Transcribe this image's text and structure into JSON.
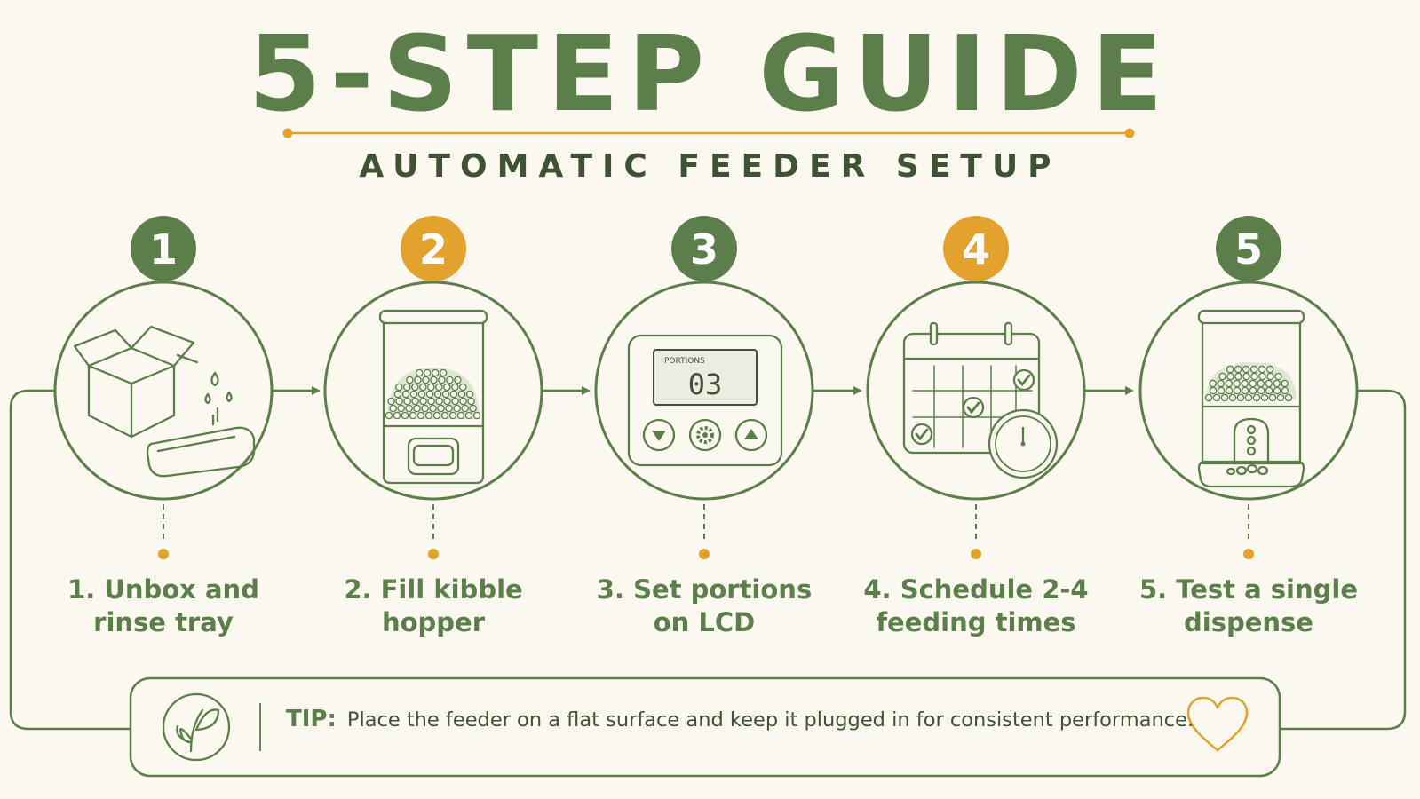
{
  "title": "5-STEP GUIDE",
  "subtitle": "AUTOMATIC FEEDER SETUP",
  "steps": [
    {
      "number": "1",
      "label_line1": "1. Unbox and",
      "label_line2": "rinse tray",
      "icon": "box-and-tray-icon"
    },
    {
      "number": "2",
      "label_line1": "2. Fill kibble",
      "label_line2": "hopper",
      "icon": "kibble-hopper-icon"
    },
    {
      "number": "3",
      "label_line1": "3. Set portions",
      "label_line2": "on LCD",
      "icon": "lcd-panel-icon"
    },
    {
      "number": "4",
      "label_line1": "4. Schedule 2-4",
      "label_line2": "feeding times",
      "icon": "calendar-clock-icon"
    },
    {
      "number": "5",
      "label_line1": "5. Test a single",
      "label_line2": "dispense",
      "icon": "feeder-dispense-icon"
    }
  ],
  "lcd": {
    "caption": "PORTIONS",
    "value": "03"
  },
  "tip": {
    "key": "TIP:",
    "text": "Place the feeder on a flat surface and keep it plugged in for consistent performance."
  },
  "colors": {
    "green": "#5b7e4a",
    "orange": "#e3a22e",
    "background": "#fbf8ef",
    "dark_text": "#3f5234"
  }
}
